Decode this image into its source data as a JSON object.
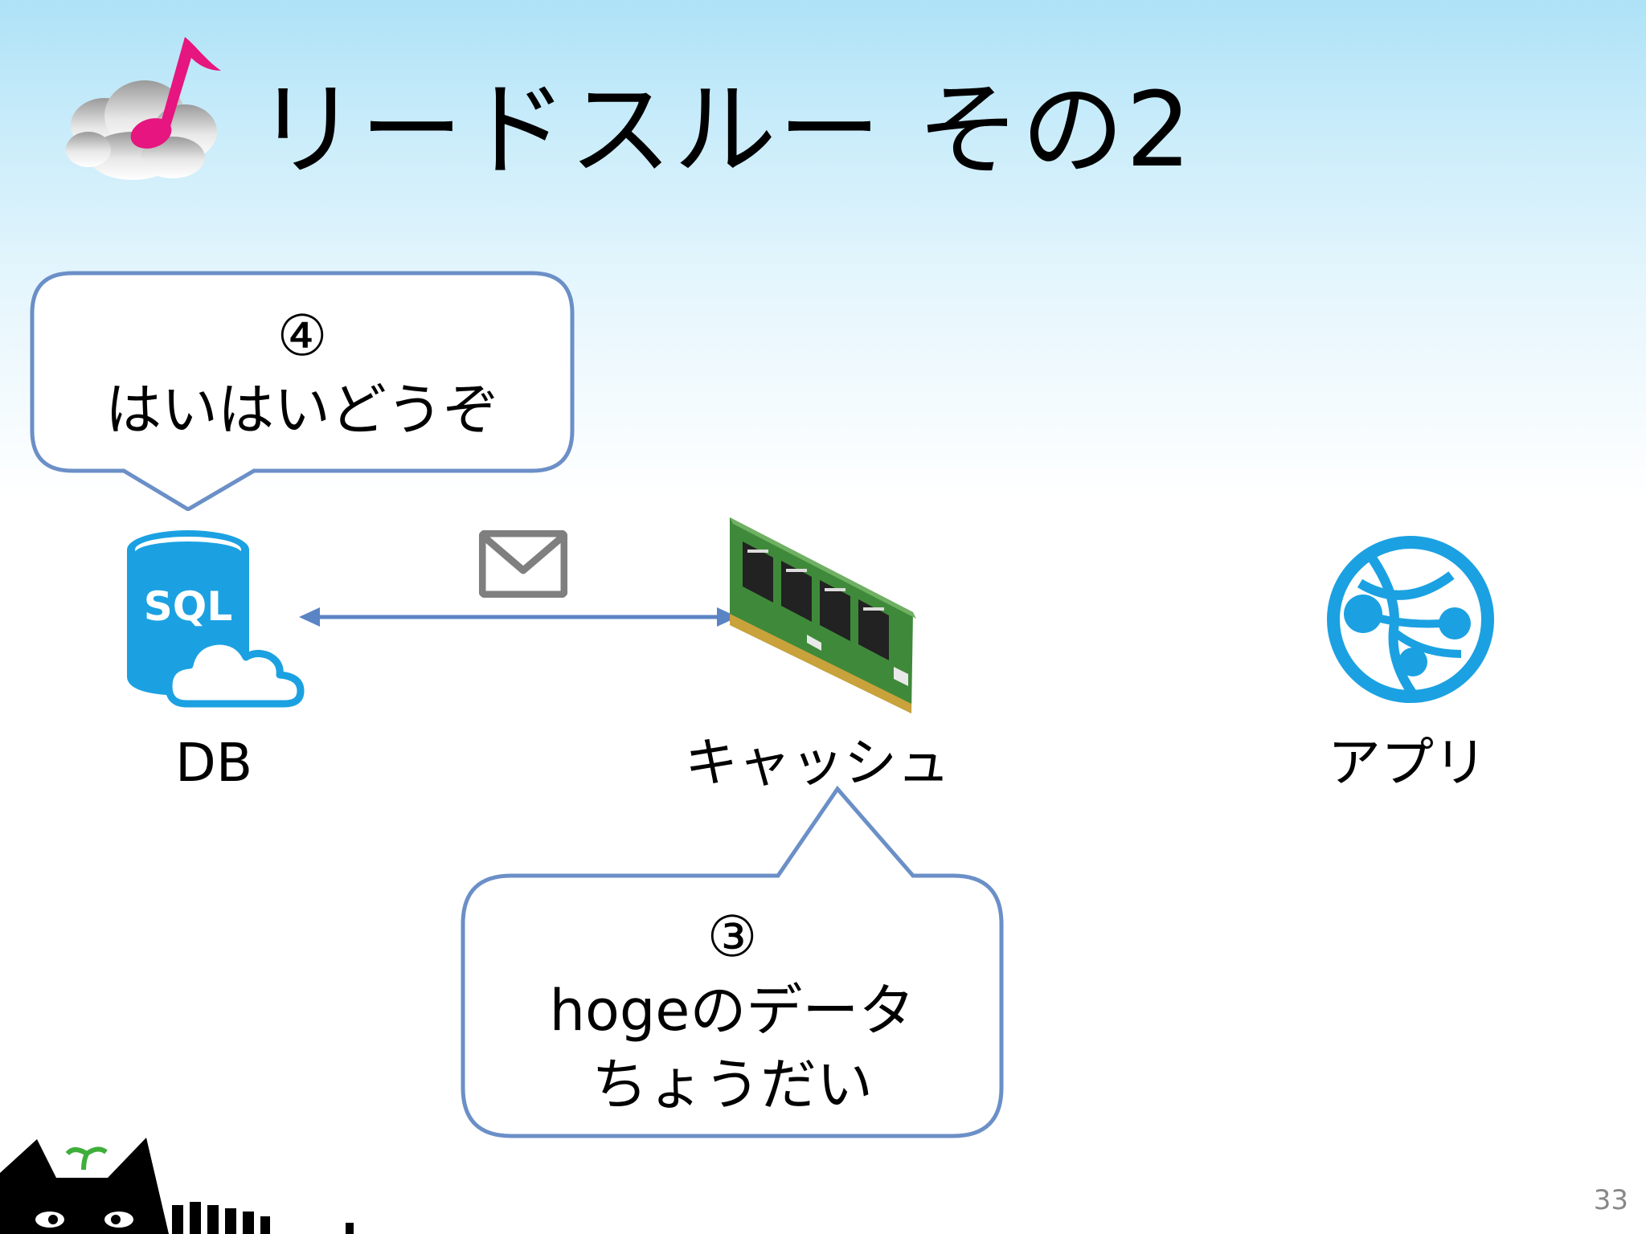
{
  "slide": {
    "title": "リードスルー その2",
    "page_number": "33"
  },
  "bubbles": {
    "db_reply": {
      "step": "④",
      "text": "はいはいどうぞ"
    },
    "cache_request": {
      "step": "③",
      "line1": "hogeのデータ",
      "line2": "ちょうだい"
    }
  },
  "nodes": {
    "db": {
      "label": "DB",
      "icon": "sql-database-cloud-icon",
      "icon_text": "SQL"
    },
    "cache": {
      "label": "キャッシュ",
      "icon": "memory-module-icon"
    },
    "app": {
      "label": "アプリ",
      "icon": "web-app-globe-icon"
    }
  },
  "connector": {
    "icon": "envelope-icon",
    "direction": "bidirectional"
  },
  "colors": {
    "bubble_border": "#6b8fc7",
    "arrow": "#5b84c4",
    "azure_blue": "#1ba1e2",
    "envelope": "#7f7f7f",
    "note_pink": "#e6157f",
    "ram_green": "#3f8a3a"
  }
}
